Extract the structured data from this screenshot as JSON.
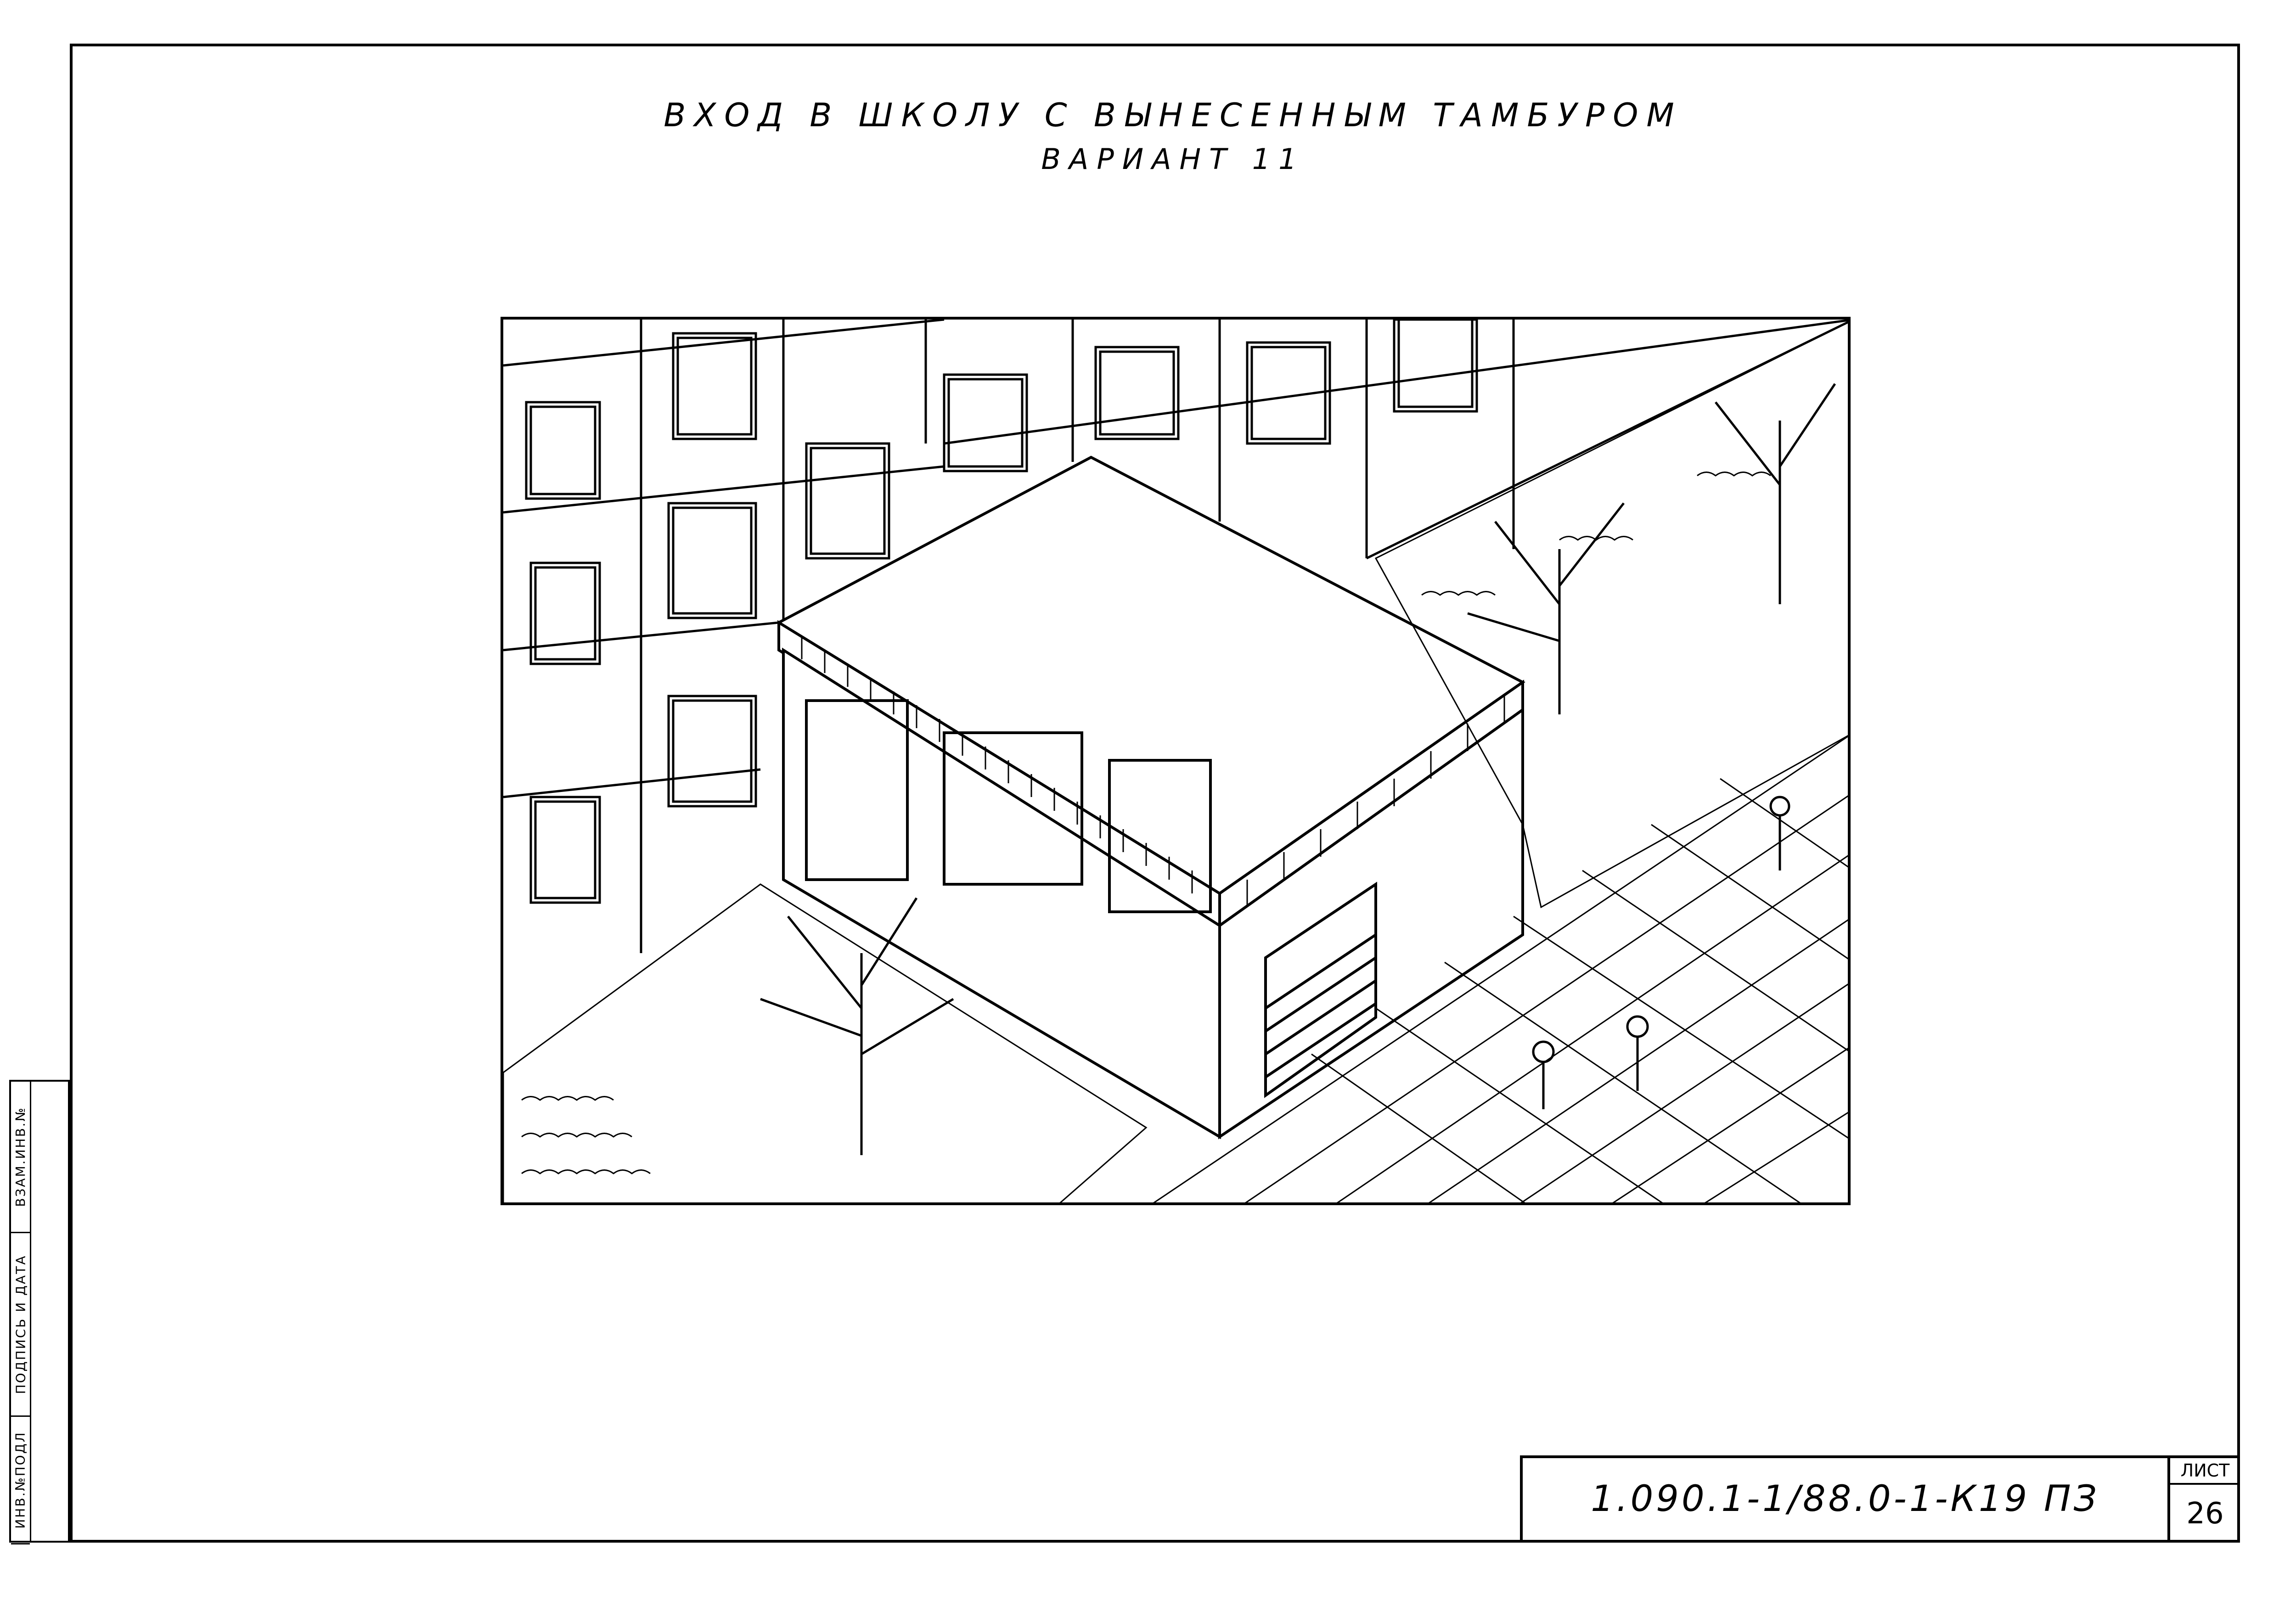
{
  "title": {
    "line1": "ВХОД В ШКОЛУ С ВЫНЕСЕННЫМ ТАМБУРОМ",
    "line2": "ВАРИАНТ 11"
  },
  "stamp_strip": {
    "cells": [
      "ИНВ.№ПОДЛ",
      "ПОДПИСЬ И ДАТА",
      "ВЗАМ.ИНВ.№"
    ]
  },
  "title_block": {
    "designation": "1.090.1-1/88.0-1-К19 ПЗ",
    "sheet_label": "ЛИСТ",
    "sheet_number": "26"
  },
  "colors": {
    "ink": "#000000",
    "paper": "#ffffff"
  }
}
